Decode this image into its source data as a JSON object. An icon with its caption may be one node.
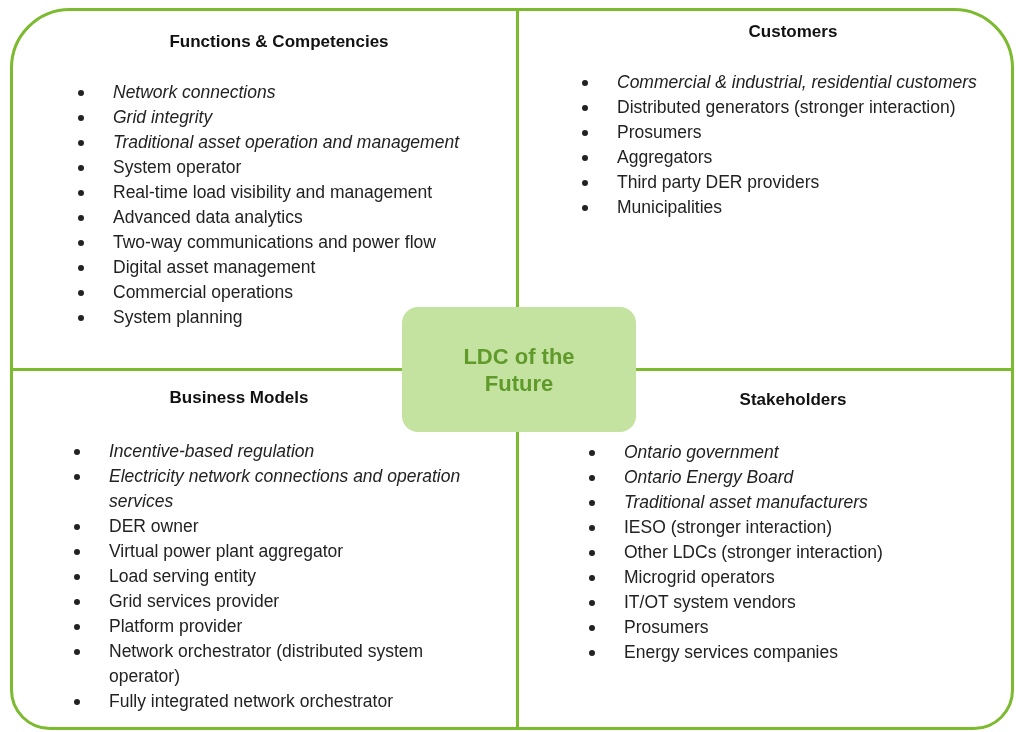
{
  "diagram": {
    "nodes": [
      {
        "text": [
          "Functions & Competencies",
          "*Network connections*",
          "*Grid integrity*",
          "*Traditional asset operation and management*",
          "System operator",
          "Real-time load visibility and management",
          "Advanced data analytics",
          "Two-way communications and power flow",
          "Digital asset management",
          "Commercial operations",
          "System planning"
        ]
      },
      {
        "text": [
          "Customers",
          "*Commercial & industrial, residential customers*",
          "Distributed generators (stronger interaction)",
          "Prosumers",
          "Aggregators",
          "Third party DER providers",
          "Municipalities"
        ]
      },
      {
        "text": [
          "LDC of the Future"
        ]
      },
      {
        "text": [
          "Business Models",
          "*Incentive-based regulation*",
          "*Electricity network connections and operation services*",
          "DER owner",
          "Virtual power plant aggregator",
          "Load serving entity",
          "Grid services provider",
          "Platform provider",
          "Network orchestrator (distributed system operator)",
          "Fully integrated network orchestrator"
        ]
      },
      {
        "text": [
          "Stakeholders",
          "*Ontario government*",
          "*Ontario Energy Board*",
          "*Traditional asset manufacturers*",
          "IESO (stronger interaction)",
          "Other LDCs (stronger interaction)",
          "Microgrid operators",
          "IT/OT system vendors",
          "Prosumers",
          "Energy services companies"
        ]
      }
    ]
  }
}
